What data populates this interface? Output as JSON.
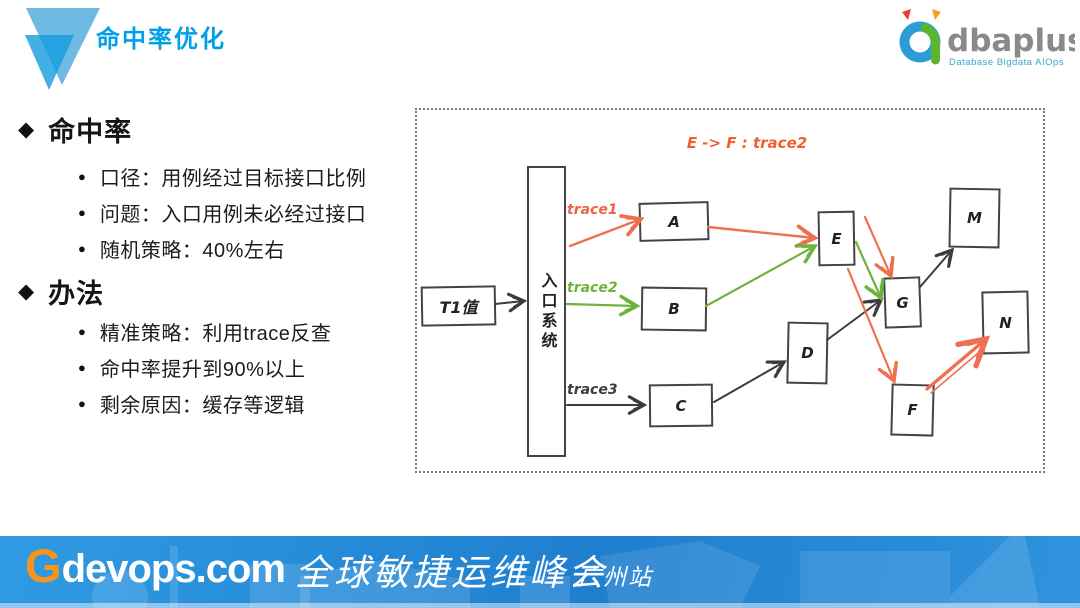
{
  "header": {
    "title": "命中率优化",
    "brand": {
      "name": "dbaplus",
      "subtitle": "Database  Bigdata  AIOps"
    }
  },
  "glyphs": {
    "diamond": "◆",
    "dot": "●"
  },
  "sections": [
    {
      "heading": "命中率",
      "bullets": [
        "口径：用例经过目标接口比例",
        "问题：入口用例未必经过接口",
        "随机策略：40%左右"
      ]
    },
    {
      "heading": "办法",
      "bullets": [
        "精准策略：利用trace反查",
        "命中率提升到90%以上",
        "剩余原因：缓存等逻辑"
      ]
    }
  ],
  "diagram": {
    "annotation": "E -> F : trace2",
    "nodes": {
      "t1": "T1值",
      "entry": "入口系统",
      "a": "A",
      "b": "B",
      "c": "C",
      "d": "D",
      "e": "E",
      "f": "F",
      "g": "G",
      "m": "M",
      "n": "N"
    },
    "trace_labels": {
      "trace1": "trace1",
      "trace2": "trace2",
      "trace3": "trace3"
    },
    "edges": [
      {
        "from": "T1值",
        "to": "入口系统",
        "color": "black"
      },
      {
        "from": "入口系统",
        "to": "A",
        "label": "trace1",
        "color": "orange"
      },
      {
        "from": "入口系统",
        "to": "B",
        "label": "trace2",
        "color": "green"
      },
      {
        "from": "入口系统",
        "to": "C",
        "label": "trace3",
        "color": "black"
      },
      {
        "from": "A",
        "to": "E",
        "color": "orange"
      },
      {
        "from": "B",
        "to": "E",
        "color": "green"
      },
      {
        "from": "C",
        "to": "D",
        "color": "black"
      },
      {
        "from": "D",
        "to": "G",
        "color": "black"
      },
      {
        "from": "E",
        "to": "G",
        "color": "green"
      },
      {
        "from": "E",
        "to": "G",
        "color": "orange"
      },
      {
        "from": "E",
        "to": "F",
        "color": "orange"
      },
      {
        "from": "G",
        "to": "M",
        "color": "black"
      },
      {
        "from": "F",
        "to": "N",
        "color": "orange"
      }
    ]
  },
  "footer": {
    "brand_g": "G",
    "brand_rest": "devops.com",
    "summit_title": "全球敏捷运维峰会",
    "city": "广州站"
  },
  "colors": {
    "accent_blue": "#00A0E9",
    "arrow_orange": "#ED7050",
    "arrow_green": "#6FB33C",
    "arrow_black": "#3C3C3C",
    "banner_blue": "#2289DB",
    "brand_orange": "#F7941E"
  }
}
